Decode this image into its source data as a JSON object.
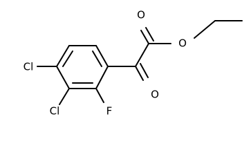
{
  "molecule": {
    "atoms": {
      "o_carbonyl_ester": "O",
      "o_ether": "O",
      "o_ketone": "O",
      "cl_4": "Cl",
      "cl_3": "Cl",
      "f_2": "F"
    }
  },
  "colors": {
    "bond": "#000000",
    "label": "#000000",
    "background": "#ffffff"
  }
}
